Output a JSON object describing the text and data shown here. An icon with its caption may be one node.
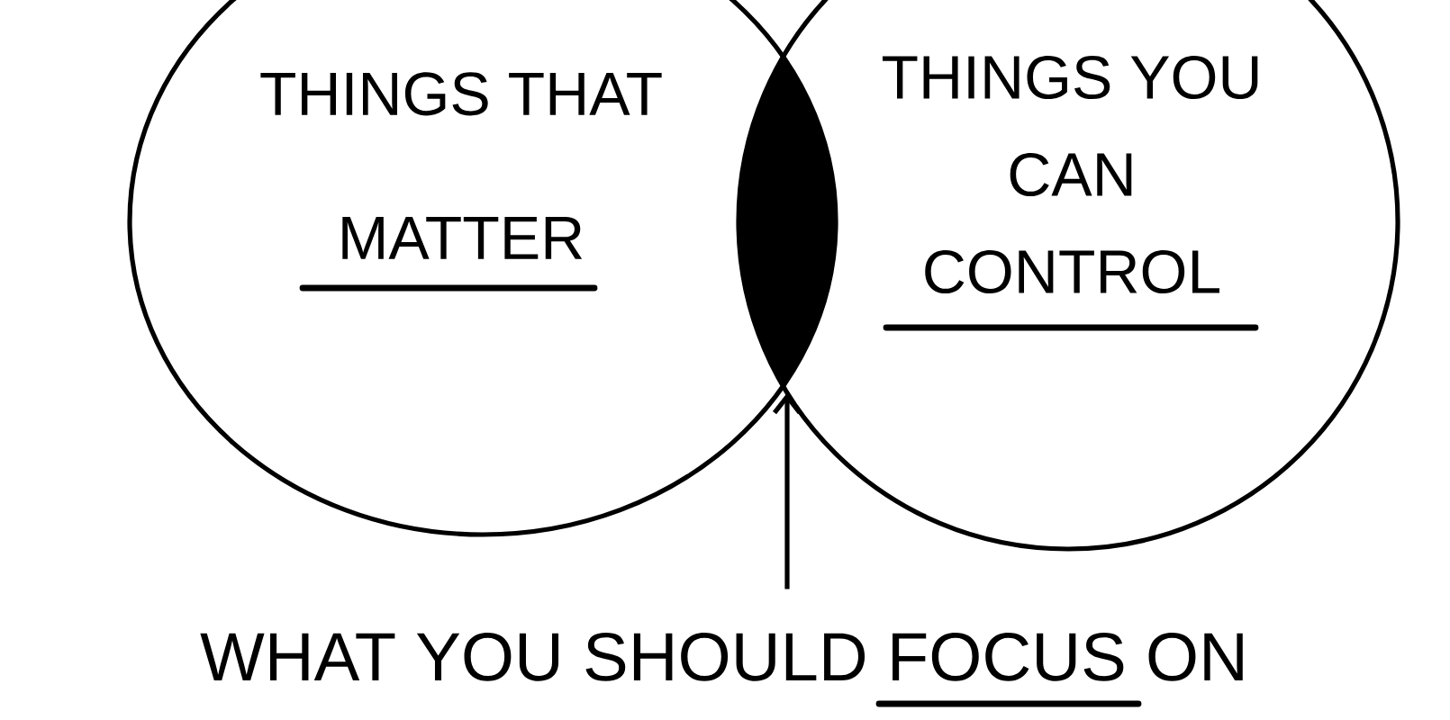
{
  "diagram": {
    "nodes": [
      {
        "text": [
          "THINGS THAT MATTER"
        ]
      },
      {
        "text": [
          "THINGS YOU CAN CONTROL"
        ]
      },
      {
        "text": [],
        "shape": "lens"
      },
      {
        "text": [
          "WHAT YOU SHOULD FOCUS ON"
        ]
      }
    ],
    "edges": [
      {
        "from": 3,
        "to": 2,
        "arrow": "to"
      }
    ]
  }
}
